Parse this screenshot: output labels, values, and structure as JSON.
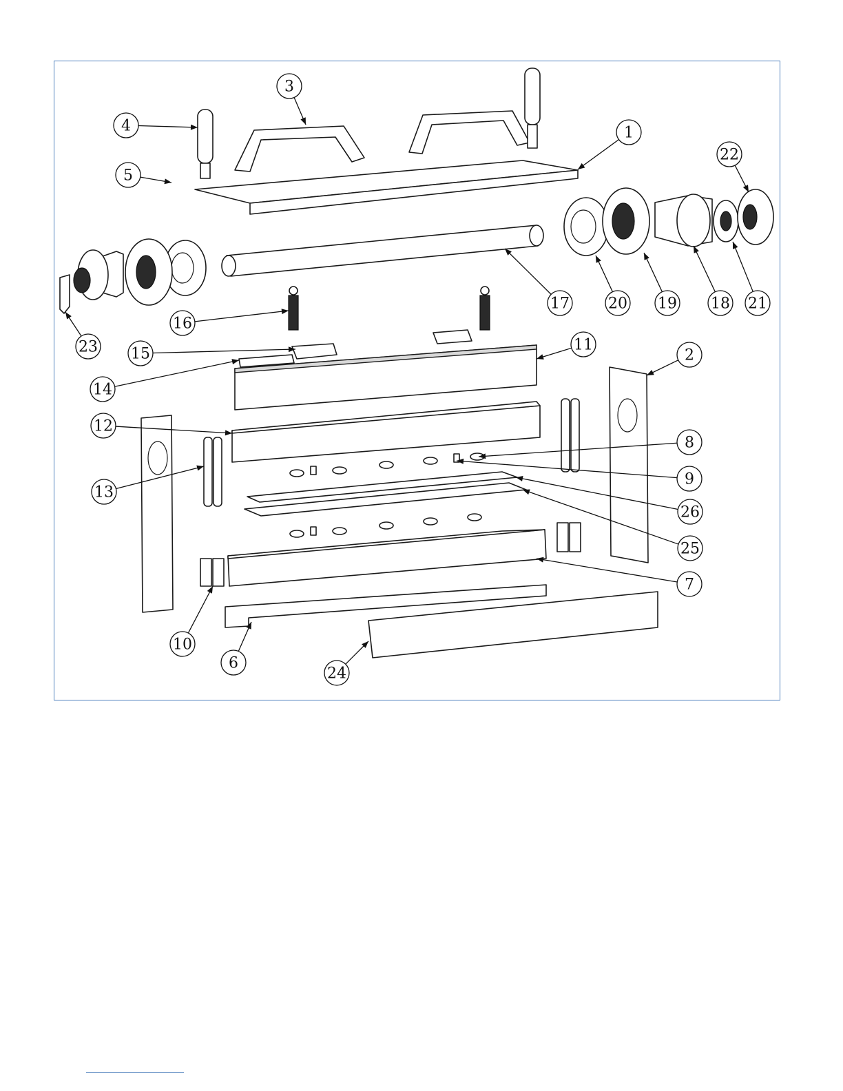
{
  "figure": {
    "frame_color": "#4f81bd",
    "callouts": [
      {
        "label": "1"
      },
      {
        "label": "2"
      },
      {
        "label": "3"
      },
      {
        "label": "4"
      },
      {
        "label": "5"
      },
      {
        "label": "6"
      },
      {
        "label": "7"
      },
      {
        "label": "8"
      },
      {
        "label": "9"
      },
      {
        "label": "10"
      },
      {
        "label": "11"
      },
      {
        "label": "12"
      },
      {
        "label": "13"
      },
      {
        "label": "14"
      },
      {
        "label": "15"
      },
      {
        "label": "16"
      },
      {
        "label": "17"
      },
      {
        "label": "18"
      },
      {
        "label": "19"
      },
      {
        "label": "20"
      },
      {
        "label": "21"
      },
      {
        "label": "22"
      },
      {
        "label": "23"
      },
      {
        "label": "24"
      },
      {
        "label": "25"
      },
      {
        "label": "26"
      }
    ]
  }
}
